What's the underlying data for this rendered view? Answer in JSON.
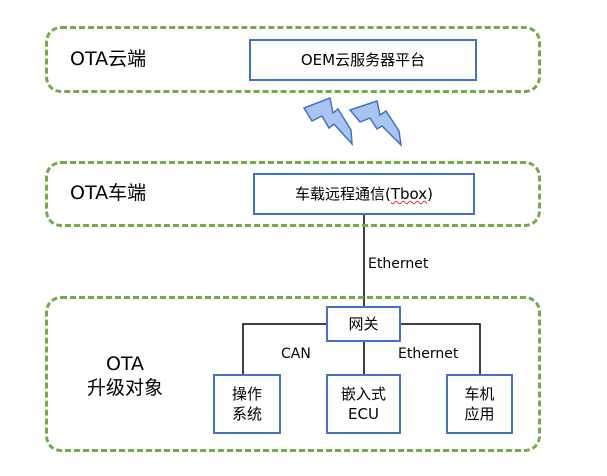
{
  "zones": {
    "cloud": {
      "label": "OTA云端"
    },
    "vehicle": {
      "label": "OTA车端"
    },
    "target": {
      "label_line1": "OTA",
      "label_line2": "升级对象"
    }
  },
  "nodes": {
    "oem_platform": "OEM云服务器平台",
    "tbox_prefix": "车载远程通信(",
    "tbox_word": "Tbox",
    "tbox_suffix": ")",
    "gateway": "网关",
    "os_line1": "操作",
    "os_line2": "系统",
    "embedded_line1": "嵌入式",
    "embedded_line2": "ECU",
    "app_line1": "车机",
    "app_line2": "应用"
  },
  "edges": {
    "tbox_gateway": "Ethernet",
    "left_bus": "CAN",
    "right_bus": "Ethernet"
  },
  "colors": {
    "zone_border": "#70ad47",
    "box_border": "#4472c4",
    "lightning_fill": "#a9c4ef",
    "lightning_stroke": "#4472c4"
  },
  "icons": [
    "lightning-icon",
    "lightning-icon"
  ]
}
